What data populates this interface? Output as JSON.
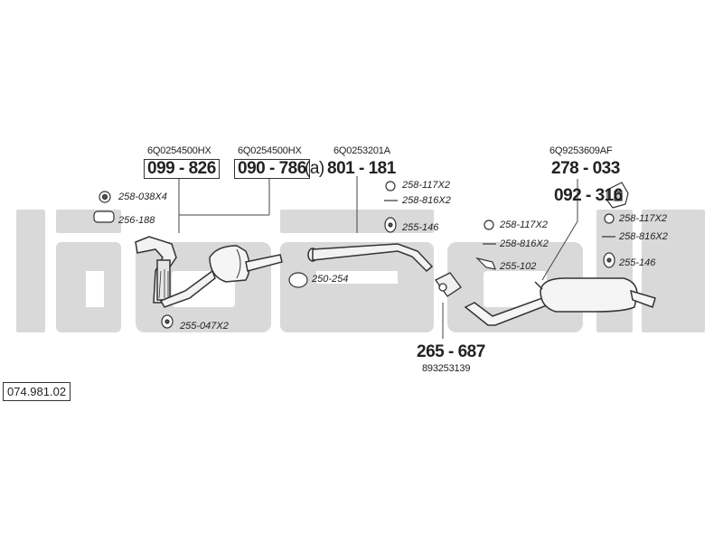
{
  "diagram_id": "074.981.02",
  "watermark_logo_text": "bosal",
  "parts": [
    {
      "oe": "6Q0254500HX",
      "number": "099 - 826"
    },
    {
      "oe": "6Q0254500HX",
      "number": "090 - 786",
      "suffix": "(a)"
    },
    {
      "oe": "6Q0253201A",
      "number": "801 - 181"
    },
    {
      "oe": "6Q9253609AF",
      "number": "278 - 033"
    },
    {
      "number": "092 - 316"
    },
    {
      "number": "265 - 687",
      "oe": "893253139"
    }
  ],
  "fittings": [
    "258-038X4",
    "256-188",
    "255-047X2",
    "250-254",
    "258-117X2",
    "258-816X2",
    "255-146",
    "258-117X2",
    "258-816X2",
    "255-102",
    "258-117X2",
    "258-816X2",
    "255-146"
  ]
}
